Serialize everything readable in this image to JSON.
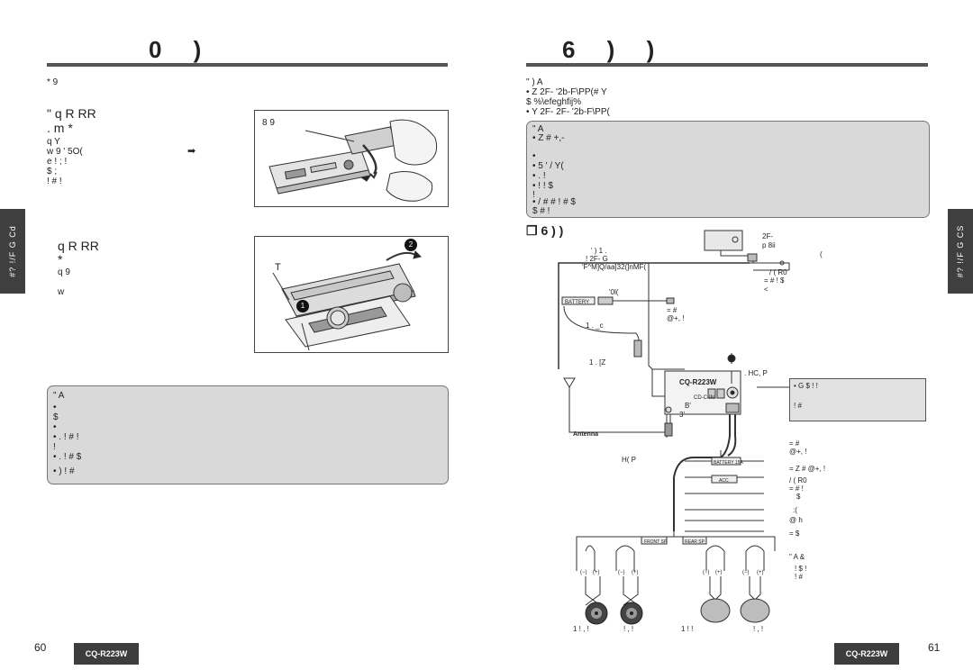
{
  "left": {
    "title": "0  )",
    "intro": "*                    9",
    "section1": {
      "heading1": "\"         q   R      RR",
      "heading2": "      .    m       *",
      "lines": [
        "q  Y",
        "w            9                      '                               5O(",
        "e      !                       ;                    !",
        "         $                                           ;",
        "      !           #    !"
      ]
    },
    "fig1": {
      "label": "8     9"
    },
    "section2": {
      "heading1": "         q    R        RR",
      "heading2": "     *",
      "lines": [
        "q                      9",
        "",
        "w"
      ]
    },
    "fig2": {
      "label": "T",
      "badge1": "1",
      "badge2": "2"
    },
    "side_tab": "#? !/F G Cd",
    "note": {
      "head": "\"          A",
      "lines": [
        "•",
        "  $",
        "•",
        "• .                                                                                   !       #  !",
        "      !",
        "• .      !                                                        #                                    $",
        "• )    !                                              #"
      ]
    },
    "page_number": "60",
    "model": "CQ-R223W"
  },
  "right": {
    "title": "6  )      )",
    "intro_lines": [
      "\"        )  A",
      "• Z                               2F-              '2b-F\\PP(#                                          Y",
      "                                        $                   %\\efeghfij%",
      "• Y                                   2F-                                                        2F-              '2b-F\\PP("
    ],
    "note": {
      "head": "\"           A",
      "lines": [
        "• Z                                                 #          +,-",
        "",
        "•",
        "•                                                                      5     '                    / Y(",
        "• .                                       !",
        "•                               !                                       !                     $",
        "                    !",
        "• /                #               #                          !                     #                          $",
        "         $    #    !"
      ]
    },
    "diagram": {
      "heading": "❒   6  )      )",
      "cam_label": "2F-",
      "cam_sub": "p  8ii",
      "label_cable1": "'   ) 1  .",
      "label_cable2": "!  2F-          G",
      "label_cable3": "'F^M]Q/aa]32(]nMF(",
      "label_right1": "(",
      "label_right2": "/ (    R0",
      "label_right3": "=      #  !                              $",
      "label_right4": "<",
      "battery": "BATTERY",
      "label_0il": "'0l(",
      "label_mid1": "=          #",
      "label_mid2": "@+,        !",
      "label_ac": "1   .  _c",
      "label_z": "1   .  [Z",
      "model_unit": "CQ-R223W",
      "label_hc": ". HC,  P",
      "callout_lines": [
        "• G       $           !        !",
        "",
        "        !    #"
      ],
      "cdin": "CD-C-IN",
      "label_b": "B'",
      "label_3": "3'",
      "antenna": "Antenna",
      "label_hp": "H(     P",
      "battery15": "BATTERY 15A",
      "acc": "ACC",
      "wire_labels": [
        "=          #",
        "@+,        !",
        "= Z    #  @+,        !",
        "/ (    R0",
        "=      #  !",
        "$",
        ":(",
        "@  h",
        "=      $"
      ],
      "front_sp": "FRONT SP",
      "rear_sp": "REAR SP",
      "note_a": "\"       A      &",
      "note_b": "!   $  !",
      "note_c": "!  #",
      "polarity_neg": "(−)",
      "polarity_pos": "(+)",
      "speaker_captions": [
        "1   !  ,  !",
        "!  ,  !",
        "1   !   !",
        "!  ,  !"
      ]
    },
    "side_tab": "#? !/F G CS",
    "page_number": "61",
    "model": "CQ-R223W"
  }
}
